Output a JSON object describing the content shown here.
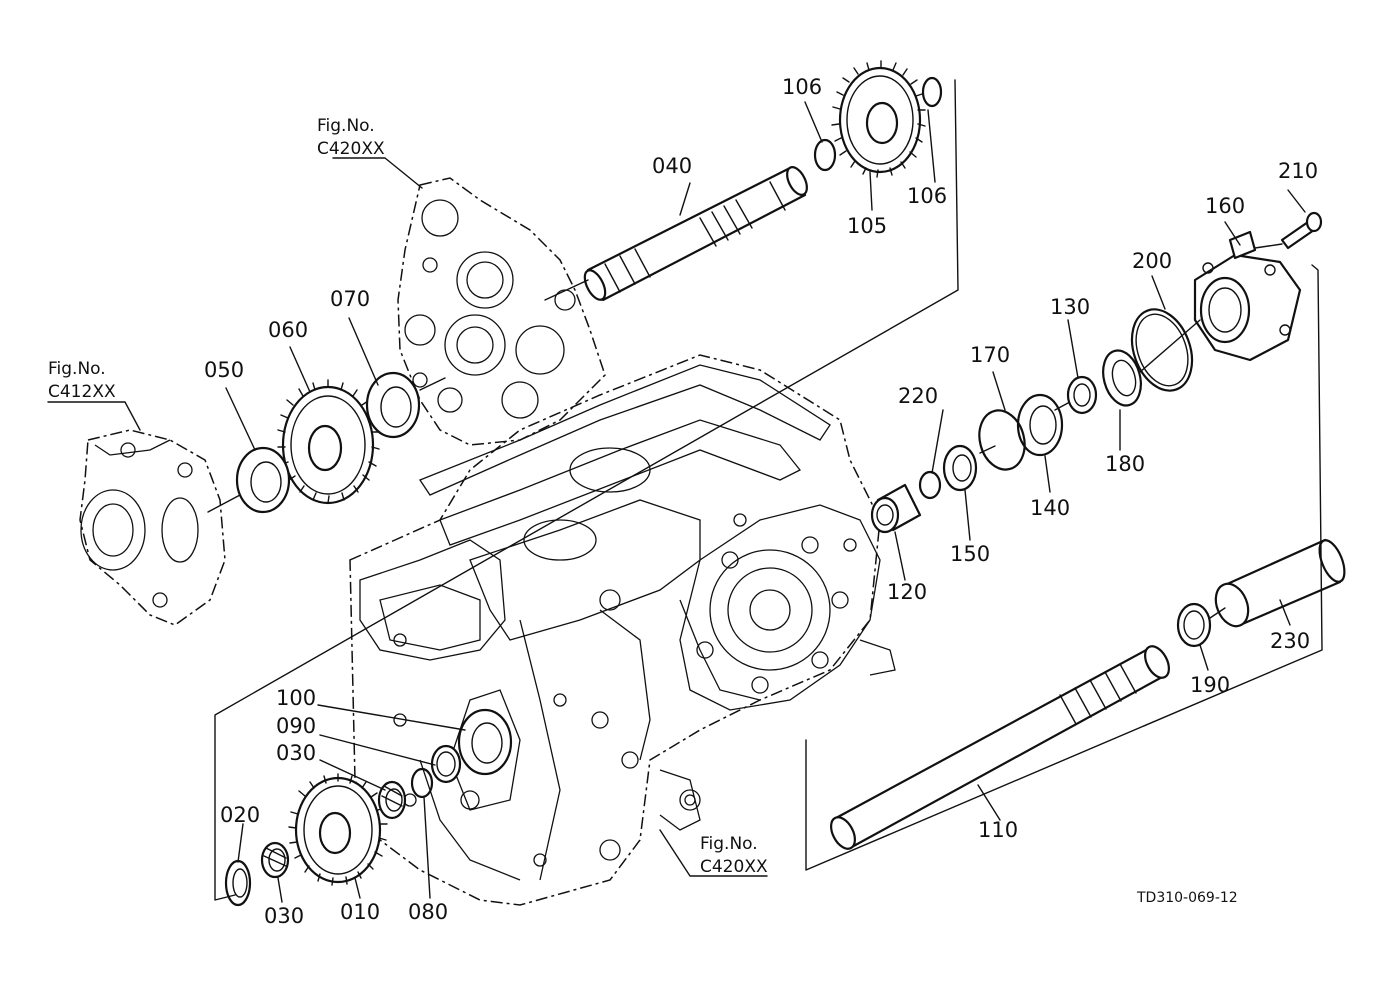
{
  "diagram": {
    "drawing_code": "TD310-069-12",
    "figure_refs": [
      {
        "id": "fig-ref-c420xx-top",
        "line1": "Fig.No.",
        "line2": "C420XX"
      },
      {
        "id": "fig-ref-c412xx-left",
        "line1": "Fig.No.",
        "line2": "C412XX"
      },
      {
        "id": "fig-ref-c420xx-bottom",
        "line1": "Fig.No.",
        "line2": "C420XX"
      }
    ],
    "part_labels": {
      "p010": "010",
      "p020": "020",
      "p030a": "030",
      "p030b": "030",
      "p040": "040",
      "p050": "050",
      "p060": "060",
      "p070": "070",
      "p080": "080",
      "p090": "090",
      "p100": "100",
      "p105": "105",
      "p106a": "106",
      "p106b": "106",
      "p110": "110",
      "p120": "120",
      "p130": "130",
      "p140": "140",
      "p150": "150",
      "p160": "160",
      "p170": "170",
      "p180": "180",
      "p190": "190",
      "p200": "200",
      "p210": "210",
      "p220": "220",
      "p230": "230"
    }
  }
}
